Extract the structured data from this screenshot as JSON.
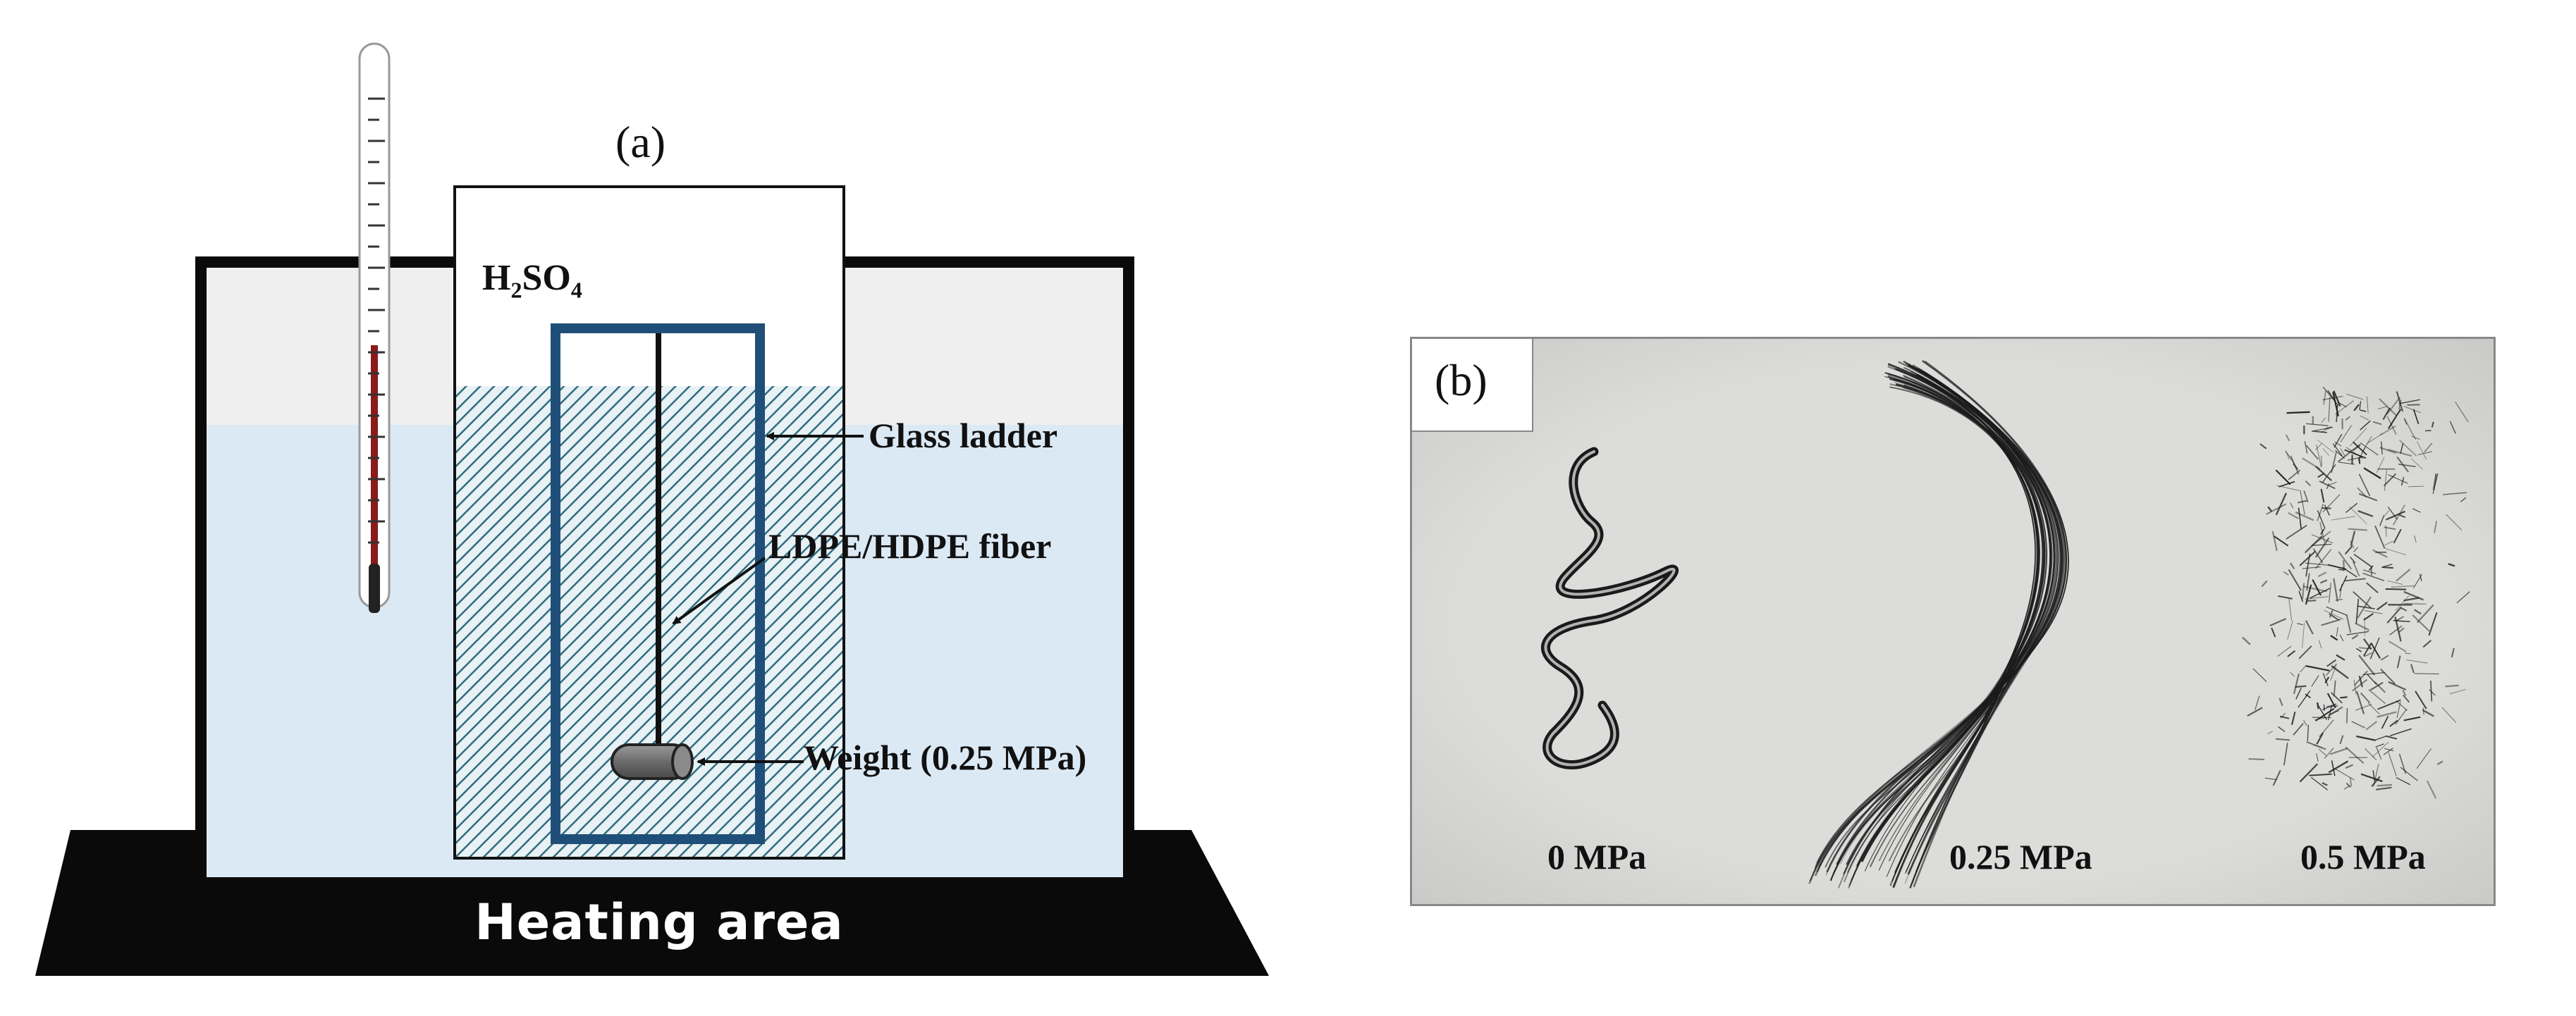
{
  "panel_a": {
    "label": "(a)",
    "acid_formula": {
      "base1": "H",
      "sub1": "2",
      "base2": "SO",
      "sub2": "4"
    },
    "callouts": {
      "glass_ladder": "Glass ladder",
      "fiber": "LDPE/HDPE fiber",
      "weight": "Weight (0.25 MPa)"
    },
    "heating_area": "Heating area"
  },
  "panel_b": {
    "label": "(b)",
    "samples": [
      "0 MPa",
      "0.25 MPa",
      "0.5 MPa"
    ]
  },
  "colors": {
    "bath_liquid": "#dbe9f5",
    "bath_air": "#efefef",
    "ladder": "#1f4f78",
    "hatch": "#2f6c80",
    "platform": "#0a0a0a",
    "photo_bg": "#d8d8d6",
    "thermometer_red": "#8b1a1a"
  }
}
